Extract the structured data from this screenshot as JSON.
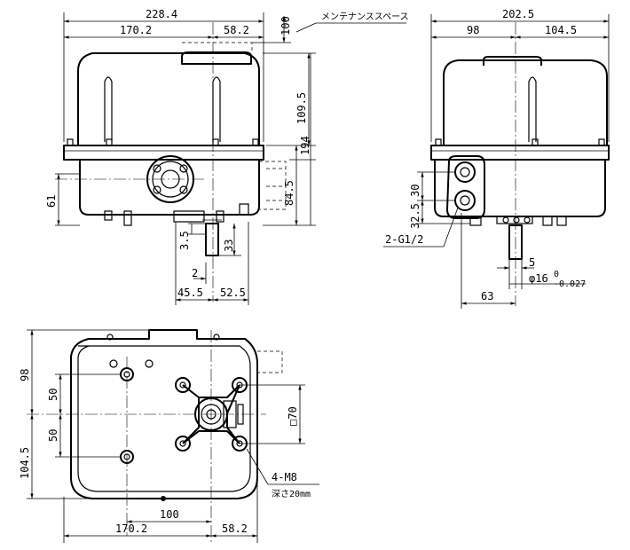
{
  "front_view": {
    "overall_width": "228.4",
    "width_left": "170.2",
    "width_right": "58.2",
    "maintenance_clearance": "100",
    "maintenance_note": "メンテナンススペース",
    "cover_height": "109.5",
    "total_height": "194",
    "base_height": "84.5",
    "side_height": "61",
    "shaft_drop": "3.5",
    "shaft_length": "33",
    "shaft_key": "2",
    "offset_left": "45.5",
    "offset_right": "52.5"
  },
  "side_view": {
    "overall_width": "202.5",
    "width_left": "98",
    "width_right": "104.5",
    "port_height_a": "30",
    "port_height_b": "32.5",
    "port_label": "2-G1/2",
    "key_width": "5",
    "shaft_diameter": "φ16",
    "shaft_tol_upper": "0",
    "shaft_tol_lower": "-0.027",
    "port_offset": "63"
  },
  "bottom_view": {
    "depth_top": "98",
    "depth_bottom": "104.5",
    "pitch_top": "50",
    "pitch_bottom": "50",
    "hole_pitch": "100",
    "width_left": "170.2",
    "width_right": "58.2",
    "flange_square": "□70",
    "bolt_spec": "4-M8",
    "bolt_depth": "深さ20mm"
  }
}
